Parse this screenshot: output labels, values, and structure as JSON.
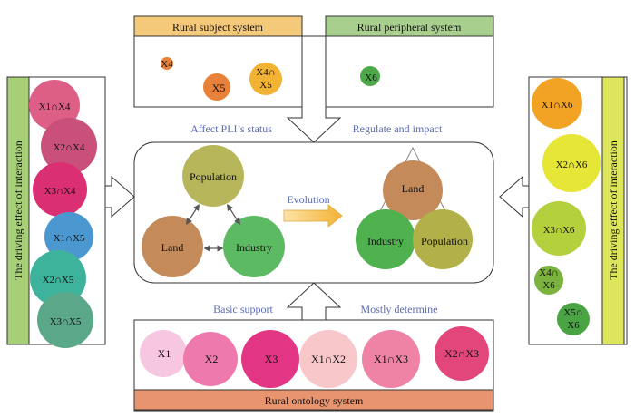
{
  "top_left_box": {
    "title": "Rural subject system",
    "title_bg": "#f5c97a",
    "items": [
      "X4",
      "X5",
      "X4∩",
      "X5"
    ]
  },
  "top_right_box": {
    "title": "Rural peripheral system",
    "title_bg": "#a9cf8e",
    "items": [
      "X6"
    ]
  },
  "top_arrow_labels": {
    "left": "Affect PLI’s status",
    "right": "Regulate and impact"
  },
  "bottom_arrow_labels": {
    "left": "Basic support",
    "right": "Mostly determine"
  },
  "center": {
    "nodes": [
      "Population",
      "Land",
      "Industry"
    ],
    "evolution_label": "Evolution",
    "merged_nodes": [
      "Land",
      "Industry",
      "Population"
    ]
  },
  "left_panel": {
    "vertical_label": "The driving effect of interaction",
    "label_bg": "#a7cf78",
    "items": [
      "X1∩X4",
      "X2∩X4",
      "X3∩X4",
      "X1∩X5",
      "X2∩X5",
      "X3∩X5"
    ]
  },
  "right_panel": {
    "vertical_label": "The driving effect of interaction",
    "label_bg": "#dde65a",
    "items": [
      "X1∩X6",
      "X2∩X6",
      "X3∩X6",
      "X4∩",
      "X6",
      "X5∩",
      "X6"
    ]
  },
  "bottom_box": {
    "title": "Rural ontology system",
    "title_bg": "#e8946e",
    "items": [
      "X1",
      "X2",
      "X3",
      "X1∩X2",
      "X1∩X3",
      "X2∩X3"
    ]
  }
}
